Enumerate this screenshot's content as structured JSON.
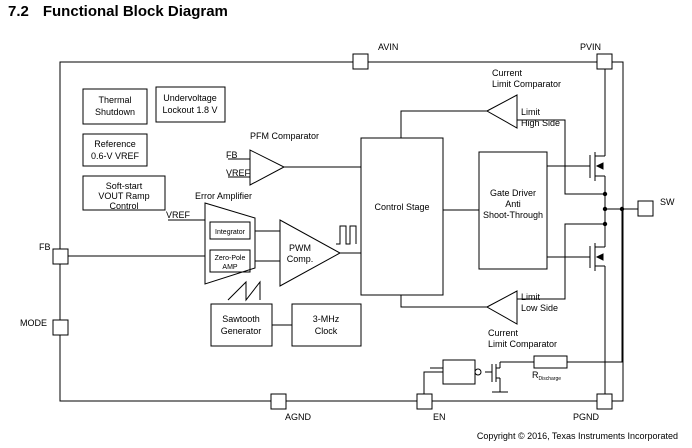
{
  "section": {
    "number": "7.2",
    "title": "Functional Block Diagram"
  },
  "pins": {
    "avin": "AVIN",
    "pvin": "PVIN",
    "fb": "FB",
    "mode": "MODE",
    "sw": "SW",
    "agnd": "AGND",
    "en": "EN",
    "pgnd": "PGND"
  },
  "blocks": {
    "thermal": [
      "Thermal",
      "Shutdown"
    ],
    "uvlo": [
      "Undervoltage",
      "Lockout 1.8 V"
    ],
    "reference": [
      "Reference",
      "0.6-V VREF"
    ],
    "softstart": [
      "Soft-start",
      "VOUT Ramp",
      "Control"
    ],
    "control_stage": "Control Stage",
    "gate_driver": [
      "Gate Driver",
      "Anti",
      "Shoot-Through"
    ],
    "sawtooth": [
      "Sawtooth",
      "Generator"
    ],
    "clock": [
      "3-MHz",
      "Clock"
    ],
    "integrator": "Integrator",
    "zero_pole": [
      "Zero-Pole",
      "AMP"
    ],
    "pwm": [
      "PWM",
      "Comp."
    ]
  },
  "labels": {
    "pfm_comparator": "PFM Comparator",
    "pfm_fb": "FB",
    "pfm_vref": "VREF",
    "error_amplifier": "Error Amplifier",
    "ea_vref": "VREF",
    "current_limit_top": [
      "Current",
      "Limit Comparator"
    ],
    "current_limit_bottom": [
      "Current",
      "Limit Comparator"
    ],
    "limit_high": [
      "Limit",
      "High Side"
    ],
    "limit_low": [
      "Limit",
      "Low Side"
    ],
    "rdischarge_main": "R",
    "rdischarge_sub": "Discharge"
  },
  "copyright": "Copyright © 2016, Texas Instruments Incorporated"
}
